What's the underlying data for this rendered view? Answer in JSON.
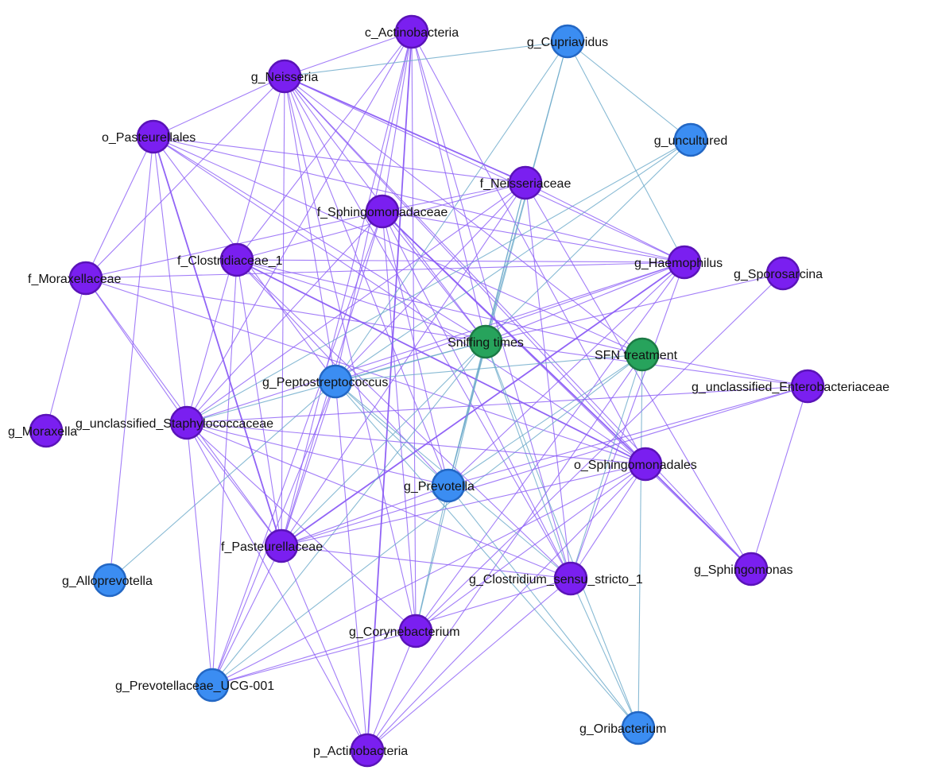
{
  "colors": {
    "purple_node": "#7a1ff0",
    "purple_node_stroke": "#5a13b8",
    "blue_node": "#3b8df2",
    "blue_node_stroke": "#2367c4",
    "green_node": "#27a35c",
    "green_node_stroke": "#1c7a45",
    "purple_edge": "#8b5cf6",
    "blue_edge": "#6aa9c9"
  },
  "nodes": [
    {
      "id": "c_act",
      "label": "c_Actinobacteria",
      "group": "purple"
    },
    {
      "id": "g_cup",
      "label": "g_Cupriavidus",
      "group": "blue"
    },
    {
      "id": "g_nei",
      "label": "g_Neisseria",
      "group": "purple"
    },
    {
      "id": "o_pas",
      "label": "o_Pasteurellales",
      "group": "purple"
    },
    {
      "id": "g_unc",
      "label": "g_uncultured",
      "group": "blue"
    },
    {
      "id": "f_nei",
      "label": "f_Neisseriaceae",
      "group": "purple"
    },
    {
      "id": "f_sph",
      "label": "f_Sphingomonadaceae",
      "group": "purple"
    },
    {
      "id": "f_clo",
      "label": "f_Clostridiaceae_1",
      "group": "purple"
    },
    {
      "id": "f_mor",
      "label": "f_Moraxellaceae",
      "group": "purple"
    },
    {
      "id": "g_hae",
      "label": "g_Haemophilus",
      "group": "purple"
    },
    {
      "id": "g_spo",
      "label": "g_Sporosarcina",
      "group": "purple"
    },
    {
      "id": "snf",
      "label": "Sniffing times",
      "group": "green"
    },
    {
      "id": "sfn",
      "label": "SFN treatment",
      "group": "green"
    },
    {
      "id": "g_pep",
      "label": "g_Peptostreptococcus",
      "group": "blue"
    },
    {
      "id": "g_une",
      "label": "g_unclassified_Enterobacteriaceae",
      "group": "purple"
    },
    {
      "id": "g_mox",
      "label": "g_Moraxella",
      "group": "purple"
    },
    {
      "id": "g_uns",
      "label": "g_unclassified_Staphylococcaceae",
      "group": "purple"
    },
    {
      "id": "o_sph",
      "label": "o_Sphingomonadales",
      "group": "purple"
    },
    {
      "id": "g_pre",
      "label": "g_Prevotella",
      "group": "blue"
    },
    {
      "id": "f_pas",
      "label": "f_Pasteurellaceae",
      "group": "purple"
    },
    {
      "id": "g_sph",
      "label": "g_Sphingomonas",
      "group": "purple"
    },
    {
      "id": "g_all",
      "label": "g_Alloprevotella",
      "group": "blue"
    },
    {
      "id": "g_cls",
      "label": "g_Clostridium_sensu_stricto_1",
      "group": "purple"
    },
    {
      "id": "g_cor",
      "label": "g_Corynebacterium",
      "group": "purple"
    },
    {
      "id": "g_puc",
      "label": "g_Prevotellaceae_UCG-001",
      "group": "blue"
    },
    {
      "id": "g_ori",
      "label": "g_Oribacterium",
      "group": "blue"
    },
    {
      "id": "p_act",
      "label": "p_Actinobacteria",
      "group": "purple"
    }
  ]
}
